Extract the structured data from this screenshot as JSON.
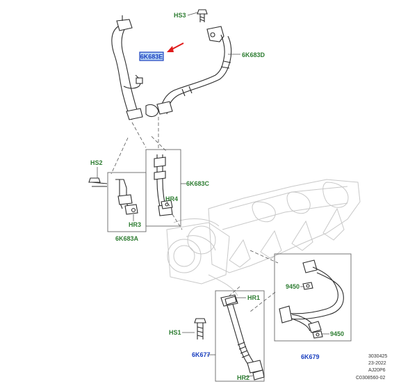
{
  "colors": {
    "label_green": "#2e7d32",
    "label_blue": "#1a3fbf",
    "highlight_fill": "#b7d4f5",
    "arrow_red": "#e01b1b"
  },
  "labels": {
    "sel": "6K683E",
    "hs3": "HS3",
    "k683d": "6K683D",
    "hs2": "HS2",
    "k683c": "6K683C",
    "hr4": "HR4",
    "hr3": "HR3",
    "k683a": "6K683A",
    "p9450a": "9450",
    "hr1": "HR1",
    "hs1": "HS1",
    "k677": "6K677",
    "p9450b": "9450",
    "k679": "6K679",
    "hr2": "HR2"
  },
  "meta": {
    "line1": "3030425",
    "line2": "23-2022",
    "line3": "AJ20P6",
    "line4": "C0308560-02"
  }
}
